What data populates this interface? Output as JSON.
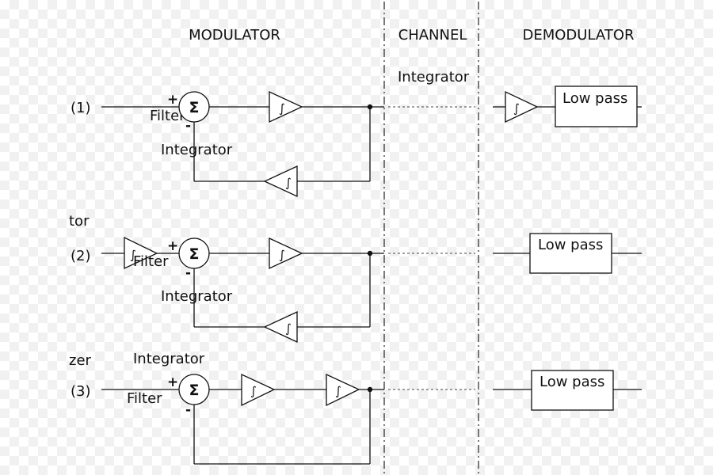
{
  "sections": {
    "modulator": "MODULATOR",
    "channel": "CHANNEL",
    "demodulator": "DEMODULATOR"
  },
  "labels": {
    "integrator": "Integrator",
    "filter": "Filter",
    "low_pass": "Low pass",
    "partial_integrator_left": "tor",
    "partial_quantizer_left": "zer",
    "sum_symbol": "Σ",
    "plus": "+",
    "minus": "-",
    "integral_symbol": "∫"
  },
  "rows": [
    {
      "tag": "(1)"
    },
    {
      "tag": "(2)"
    },
    {
      "tag": "(3)"
    }
  ]
}
